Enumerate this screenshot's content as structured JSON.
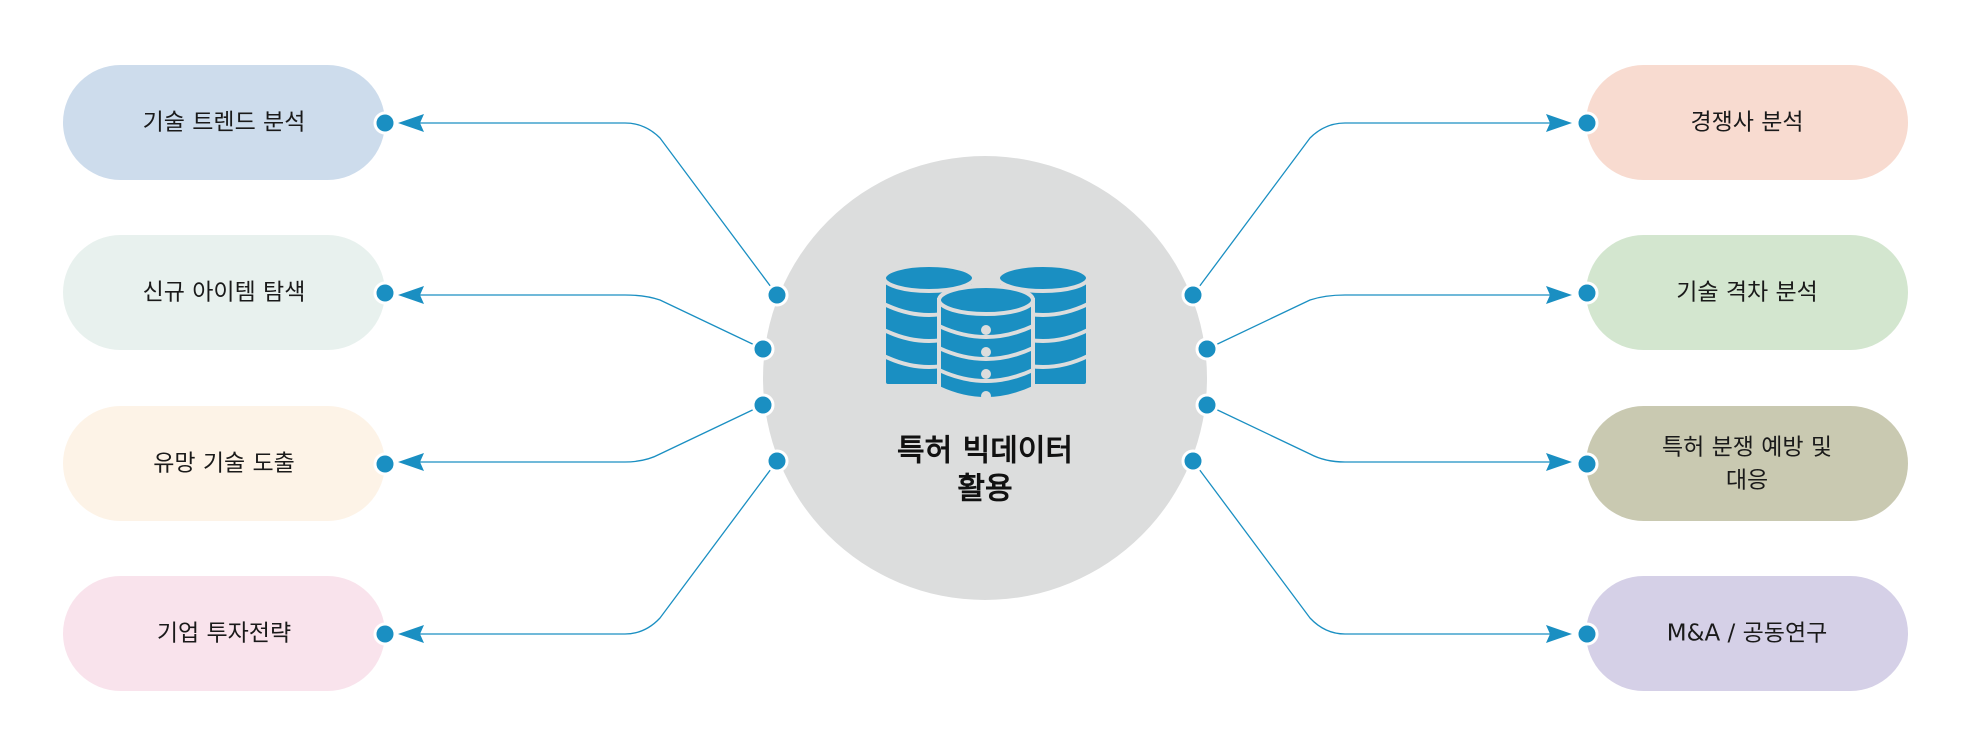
{
  "center": {
    "line1": "특허 빅데이터",
    "line2": "활용",
    "icon": "database-icon",
    "color": "#dcdddd"
  },
  "accent": "#1a8fc2",
  "left_items": [
    {
      "label": "기술 트렌드 분석",
      "color": "#cddcec"
    },
    {
      "label": "신규 아이템 탐색",
      "color": "#e8f1ee"
    },
    {
      "label": "유망 기술 도출",
      "color": "#fdf3e7"
    },
    {
      "label": "기업 투자전략",
      "color": "#f9e3ec"
    }
  ],
  "right_items": [
    {
      "label": "경쟁사 분석",
      "color": "#f8dbd0"
    },
    {
      "label": "기술 격차 분석",
      "color": "#d3e6cf"
    },
    {
      "label_line1": "특허 분쟁 예방 및",
      "label_line2": "대응",
      "color": "#c9c9b1"
    },
    {
      "label": "M&A / 공동연구",
      "color": "#d5d0e7"
    }
  ]
}
